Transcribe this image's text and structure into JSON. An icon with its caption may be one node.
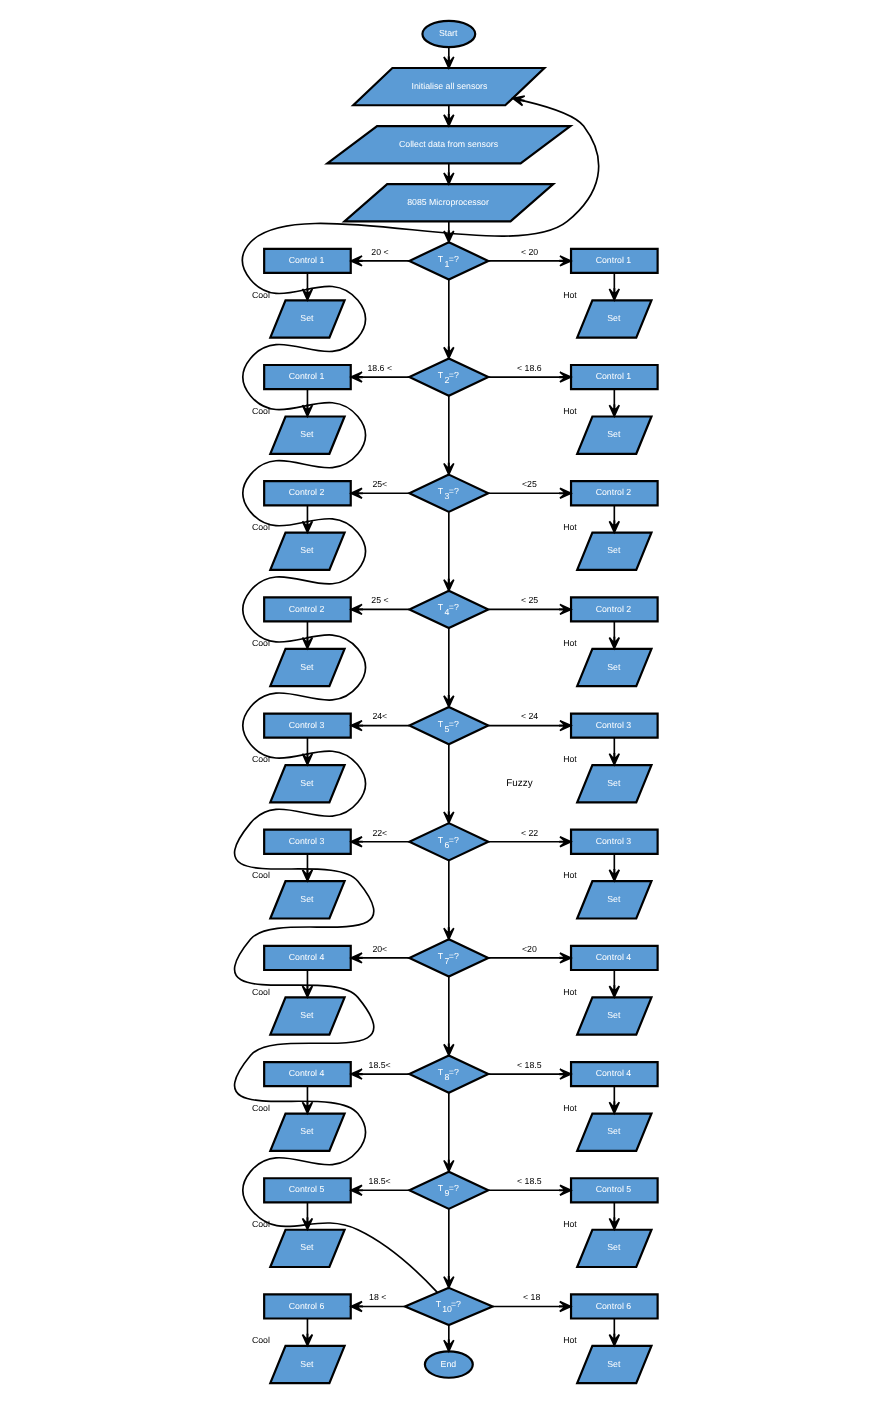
{
  "diagram": {
    "nodes": [
      {
        "text": [
          "Start"
        ]
      },
      {
        "text": [
          "Initialise all sensors"
        ]
      },
      {
        "text": [
          "Collect data from sensors"
        ]
      },
      {
        "text": [
          "8085 Microprocessor"
        ]
      },
      {
        "text": [
          "Control 1"
        ]
      },
      {
        "text": [
          "T$_{1}$=?"
        ]
      },
      {
        "text": [
          "Control 1"
        ]
      },
      {
        "text": [
          "Set"
        ],
        "beside": [
          "Cool"
        ]
      },
      {
        "text": [
          "Set"
        ],
        "beside": [
          "Hot"
        ]
      },
      {
        "text": [
          "Control 1"
        ]
      },
      {
        "text": [
          "T$_{2}$=?"
        ]
      },
      {
        "text": [
          "Control 1"
        ]
      },
      {
        "text": [
          "Set"
        ],
        "beside": [
          "Cool"
        ]
      },
      {
        "text": [
          "Set"
        ],
        "beside": [
          "Hot"
        ]
      },
      {
        "text": [
          "Control 2"
        ]
      },
      {
        "text": [
          "T$_{3}$=?"
        ]
      },
      {
        "text": [
          "Control 2"
        ]
      },
      {
        "text": [
          "Set"
        ],
        "beside": [
          "Cool"
        ]
      },
      {
        "text": [
          "Set"
        ],
        "beside": [
          "Hot"
        ]
      },
      {
        "text": [
          "Control 2"
        ]
      },
      {
        "text": [
          "T$_{4}$=?"
        ]
      },
      {
        "text": [
          "Control 2"
        ]
      },
      {
        "text": [
          "Set"
        ],
        "beside": [
          "Cool"
        ]
      },
      {
        "text": [
          "Set"
        ],
        "beside": [
          "Hot"
        ]
      },
      {
        "text": [
          "Control 3"
        ]
      },
      {
        "text": [
          "T$_{5}$=?"
        ]
      },
      {
        "text": [
          "Control 3"
        ]
      },
      {
        "text": [
          "Set"
        ],
        "beside": [
          "Cool"
        ]
      },
      {
        "text": [
          "Set"
        ],
        "beside": [
          "Hot"
        ]
      },
      {
        "text": [
          "Control 3"
        ]
      },
      {
        "text": [
          "T$_{6}$=?"
        ]
      },
      {
        "text": [
          "Control 3"
        ]
      },
      {
        "text": [
          "Set"
        ],
        "beside": [
          "Cool"
        ]
      },
      {
        "text": [
          "Set"
        ],
        "beside": [
          "Hot"
        ]
      },
      {
        "text": [
          "Control 4"
        ]
      },
      {
        "text": [
          "T$_{7}$=?"
        ]
      },
      {
        "text": [
          "Control 4"
        ]
      },
      {
        "text": [
          "Set"
        ],
        "beside": [
          "Cool"
        ]
      },
      {
        "text": [
          "Set"
        ],
        "beside": [
          "Hot"
        ]
      },
      {
        "text": [
          "Control 4"
        ]
      },
      {
        "text": [
          "T$_{8}$=?"
        ]
      },
      {
        "text": [
          "Control 4"
        ]
      },
      {
        "text": [
          "Set"
        ],
        "beside": [
          "Cool"
        ]
      },
      {
        "text": [
          "Set"
        ],
        "beside": [
          "Hot"
        ]
      },
      {
        "text": [
          "Control 5"
        ]
      },
      {
        "text": [
          "T$_{9}$=?"
        ]
      },
      {
        "text": [
          "Control 5"
        ]
      },
      {
        "text": [
          "Set"
        ],
        "beside": [
          "Cool"
        ]
      },
      {
        "text": [
          "Set"
        ],
        "beside": [
          "Hot"
        ]
      },
      {
        "text": [
          "Control 6"
        ]
      },
      {
        "text": [
          "T$_{10}$=?"
        ]
      },
      {
        "text": [
          "Control 6"
        ]
      },
      {
        "text": [
          "Set"
        ],
        "beside": [
          "Cool"
        ]
      },
      {
        "text": [
          "Set"
        ],
        "beside": [
          "Hot"
        ]
      },
      {
        "text": [
          "End"
        ]
      }
    ],
    "edges": [
      {
        "from": 0,
        "to": 1,
        "arrow": "to"
      },
      {
        "from": 1,
        "to": 2,
        "arrow": "to"
      },
      {
        "from": 2,
        "to": 3,
        "arrow": "to"
      },
      {
        "from": 3,
        "to": 5,
        "arrow": "to"
      },
      {
        "from": 5,
        "to": 4,
        "arrow": "to",
        "label": "20 <"
      },
      {
        "from": 5,
        "to": 6,
        "arrow": "to",
        "label": "< 20"
      },
      {
        "from": 4,
        "to": 7,
        "arrow": "to"
      },
      {
        "from": 6,
        "to": 8,
        "arrow": "to"
      },
      {
        "from": 5,
        "to": 10,
        "arrow": "to"
      },
      {
        "from": 10,
        "to": 9,
        "arrow": "to",
        "label": "18.6 <"
      },
      {
        "from": 10,
        "to": 11,
        "arrow": "to",
        "label": "< 18.6"
      },
      {
        "from": 9,
        "to": 12,
        "arrow": "to"
      },
      {
        "from": 11,
        "to": 13,
        "arrow": "to"
      },
      {
        "from": 10,
        "to": 15,
        "arrow": "to"
      },
      {
        "from": 15,
        "to": 14,
        "arrow": "to",
        "label": "25<"
      },
      {
        "from": 15,
        "to": 16,
        "arrow": "to",
        "label": "<25"
      },
      {
        "from": 14,
        "to": 17,
        "arrow": "to"
      },
      {
        "from": 16,
        "to": 18,
        "arrow": "to"
      },
      {
        "from": 15,
        "to": 20,
        "arrow": "to"
      },
      {
        "from": 20,
        "to": 19,
        "arrow": "to",
        "label": "25 <"
      },
      {
        "from": 20,
        "to": 21,
        "arrow": "to",
        "label": "< 25"
      },
      {
        "from": 19,
        "to": 22,
        "arrow": "to"
      },
      {
        "from": 21,
        "to": 23,
        "arrow": "to"
      },
      {
        "from": 20,
        "to": 25,
        "arrow": "to"
      },
      {
        "from": 25,
        "to": 24,
        "arrow": "to",
        "label": "24<"
      },
      {
        "from": 25,
        "to": 26,
        "arrow": "to",
        "label": "< 24"
      },
      {
        "from": 24,
        "to": 27,
        "arrow": "to"
      },
      {
        "from": 26,
        "to": 28,
        "arrow": "to"
      },
      {
        "from": 25,
        "to": 30,
        "arrow": "to"
      },
      {
        "from": 30,
        "to": 29,
        "arrow": "to",
        "label": "22<"
      },
      {
        "from": 30,
        "to": 31,
        "arrow": "to",
        "label": "< 22"
      },
      {
        "from": 29,
        "to": 32,
        "arrow": "to"
      },
      {
        "from": 31,
        "to": 33,
        "arrow": "to"
      },
      {
        "from": 30,
        "to": 35,
        "arrow": "to"
      },
      {
        "from": 35,
        "to": 34,
        "arrow": "to",
        "label": "20<"
      },
      {
        "from": 35,
        "to": 36,
        "arrow": "to",
        "label": "<20"
      },
      {
        "from": 34,
        "to": 37,
        "arrow": "to"
      },
      {
        "from": 36,
        "to": 38,
        "arrow": "to"
      },
      {
        "from": 35,
        "to": 40,
        "arrow": "to"
      },
      {
        "from": 40,
        "to": 39,
        "arrow": "to",
        "label": "18.5<"
      },
      {
        "from": 40,
        "to": 41,
        "arrow": "to",
        "label": "< 18.5"
      },
      {
        "from": 39,
        "to": 42,
        "arrow": "to"
      },
      {
        "from": 41,
        "to": 43,
        "arrow": "to"
      },
      {
        "from": 40,
        "to": 45,
        "arrow": "to"
      },
      {
        "from": 45,
        "to": 44,
        "arrow": "to",
        "label": "18.5<"
      },
      {
        "from": 45,
        "to": 46,
        "arrow": "to",
        "label": "< 18.5"
      },
      {
        "from": 44,
        "to": 47,
        "arrow": "to"
      },
      {
        "from": 46,
        "to": 48,
        "arrow": "to"
      },
      {
        "from": 45,
        "to": 50,
        "arrow": "to"
      },
      {
        "from": 50,
        "to": 49,
        "arrow": "to",
        "label": "18 <"
      },
      {
        "from": 50,
        "to": 51,
        "arrow": "to",
        "label": "< 18"
      },
      {
        "from": 49,
        "to": 52,
        "arrow": "to"
      },
      {
        "from": 51,
        "to": 53,
        "arrow": "to"
      },
      {
        "from": 50,
        "to": 54,
        "arrow": "to"
      },
      {
        "from": 50,
        "to": 1,
        "arrow": "to"
      }
    ],
    "labels": [
      "Fuzzy"
    ]
  }
}
